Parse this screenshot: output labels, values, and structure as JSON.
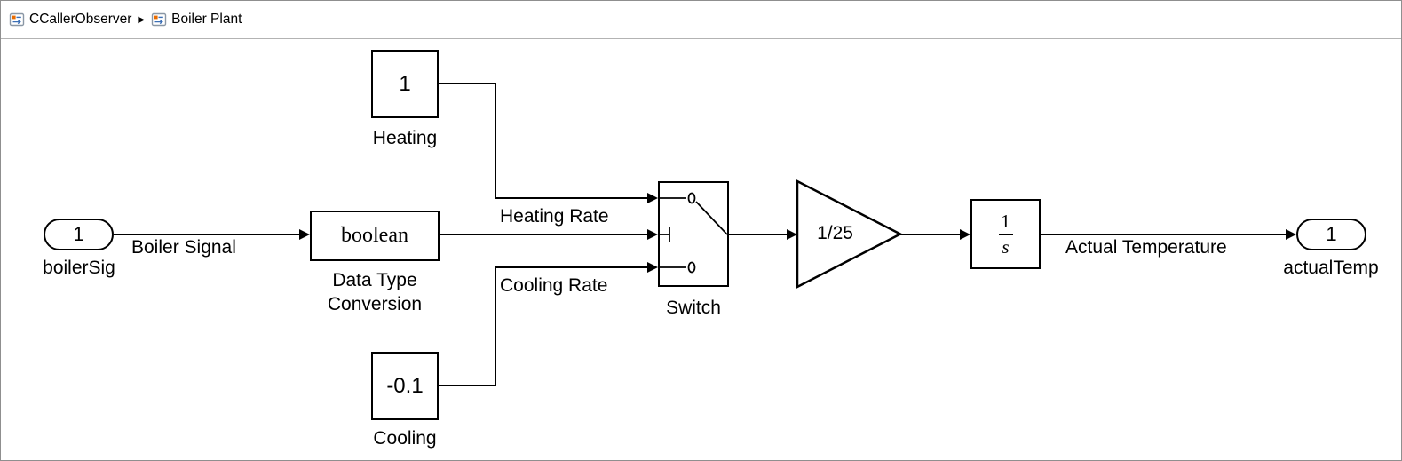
{
  "breadcrumb": {
    "separator": "▶",
    "items": [
      {
        "label": "CCallerObserver"
      },
      {
        "label": "Boiler Plant"
      }
    ]
  },
  "blocks": {
    "inport": {
      "value": "1",
      "name": "boilerSig"
    },
    "heating_constant": {
      "value": "1",
      "name": "Heating"
    },
    "cooling_constant": {
      "value": "-0.1",
      "name": "Cooling"
    },
    "data_type_conversion": {
      "value": "boolean",
      "name_line1": "Data Type",
      "name_line2": "Conversion"
    },
    "switch": {
      "name": "Switch"
    },
    "gain": {
      "value": "1/25"
    },
    "integrator": {
      "numerator": "1",
      "denominator": "s"
    },
    "outport": {
      "value": "1",
      "name": "actualTemp"
    }
  },
  "signals": {
    "boiler_signal": "Boiler Signal",
    "heating_rate": "Heating Rate",
    "cooling_rate": "Cooling Rate",
    "actual_temperature": "Actual Temperature"
  },
  "colors": {
    "wire": "#000000",
    "block_border": "#000000",
    "canvas_bg": "#ffffff",
    "breadcrumb_divider": "#b3b3b3"
  }
}
